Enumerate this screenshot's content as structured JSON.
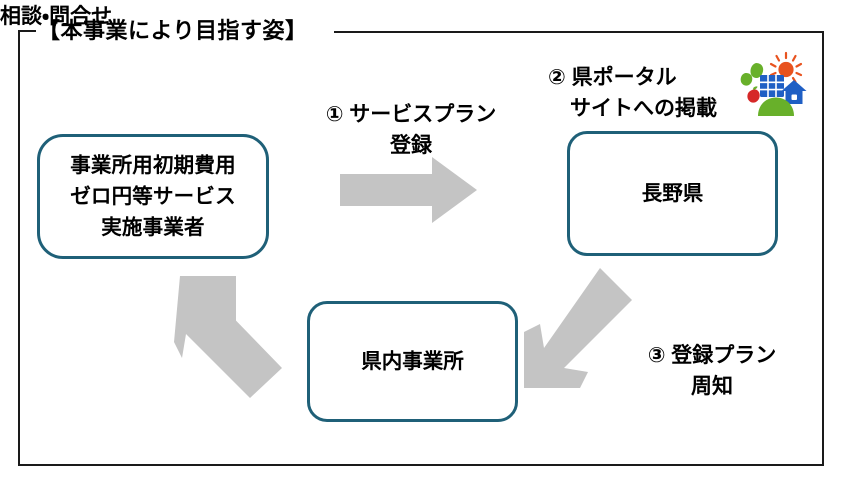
{
  "frame": {
    "title": "【本事業により目指す姿】",
    "border_color": "#1a1a1a"
  },
  "theme": {
    "box_border": "#1f6078",
    "arrow_gray": "#c4c4c4",
    "text": "#000000",
    "background": "#ffffff"
  },
  "boxes": [
    {
      "id": "provider",
      "lines": [
        "事業所用初期費用",
        "ゼロ円等サービス",
        "実施事業者"
      ],
      "label": "事業所用初期費用ゼロ円等サービス実施事業者"
    },
    {
      "id": "prefecture",
      "lines": [
        "長野県"
      ],
      "label": "長野県"
    },
    {
      "id": "local_office",
      "lines": [
        "県内事業所"
      ],
      "label": "県内事業所"
    }
  ],
  "steps": [
    {
      "number": "①",
      "lines": [
        "① サービスプラン",
        "登録"
      ],
      "line1": "① サービスプラン",
      "line2": "登録"
    },
    {
      "number": "②",
      "lines": [
        "② 県ポータル",
        "サイトへの掲載"
      ],
      "line1": "② 県ポータル",
      "line2": "サイトへの掲載"
    },
    {
      "number": "③",
      "lines": [
        "③ 登録プラン",
        "周知"
      ],
      "line1": "③ 登録プラン",
      "line2": "周知"
    }
  ],
  "inquiry_label": "相談・問合せ",
  "icons": {
    "eco": {
      "name": "eco-energy-icon",
      "parts": [
        "leaf",
        "leaf",
        "sun",
        "solar-panel",
        "house",
        "apple",
        "hill"
      ],
      "colors": {
        "leaf": "#68b02a",
        "sun": "#e8531f",
        "solar_panel": "#1f5fc4",
        "house": "#1f5fc4",
        "apple": "#d62828",
        "hill": "#68b02a"
      }
    }
  }
}
